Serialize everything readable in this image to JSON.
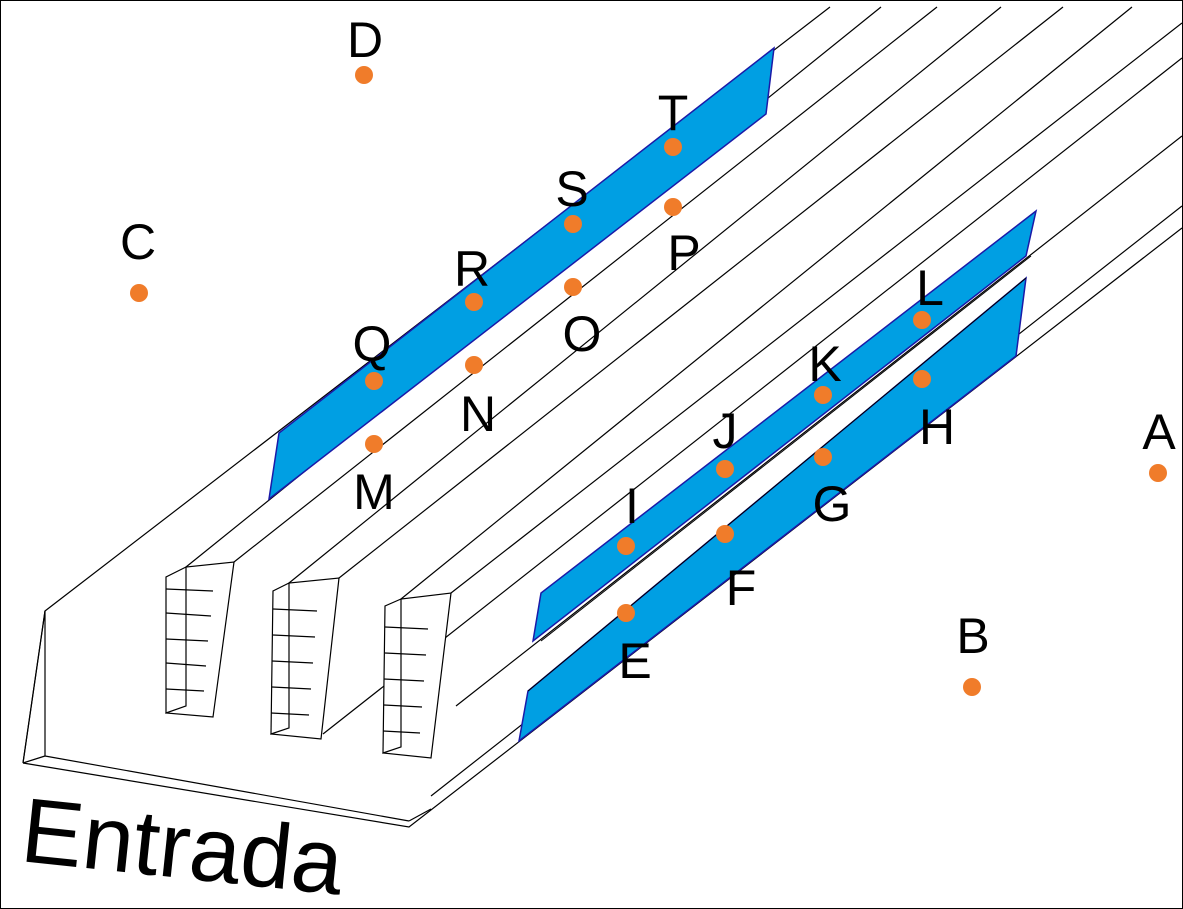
{
  "diagram": {
    "caption": "Entrada",
    "colors": {
      "band": "#009fe3",
      "band_edge": "#1a1aa8",
      "point": "#f07c2a",
      "line": "#000000",
      "background": "#ffffff"
    },
    "points": [
      {
        "id": "A",
        "label": "A"
      },
      {
        "id": "B",
        "label": "B"
      },
      {
        "id": "C",
        "label": "C"
      },
      {
        "id": "D",
        "label": "D"
      },
      {
        "id": "E",
        "label": "E"
      },
      {
        "id": "F",
        "label": "F"
      },
      {
        "id": "G",
        "label": "G"
      },
      {
        "id": "H",
        "label": "H"
      },
      {
        "id": "I",
        "label": "I"
      },
      {
        "id": "J",
        "label": "J"
      },
      {
        "id": "K",
        "label": "K"
      },
      {
        "id": "L",
        "label": "L"
      },
      {
        "id": "M",
        "label": "M"
      },
      {
        "id": "N",
        "label": "N"
      },
      {
        "id": "O",
        "label": "O"
      },
      {
        "id": "P",
        "label": "P"
      },
      {
        "id": "Q",
        "label": "Q"
      },
      {
        "id": "R",
        "label": "R"
      },
      {
        "id": "S",
        "label": "S"
      },
      {
        "id": "T",
        "label": "T"
      }
    ]
  }
}
